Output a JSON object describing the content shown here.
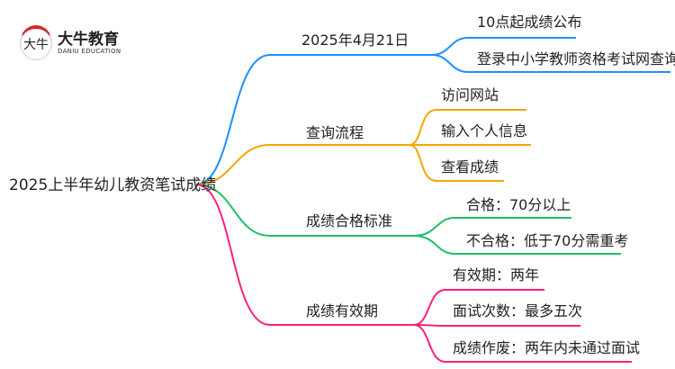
{
  "logo": {
    "cn": "大牛教育",
    "en": "DANIU EDUCATION",
    "mark": "大牛"
  },
  "root": "2025上半年幼儿教资笔试成绩",
  "colors": {
    "blue": "#1e8fff",
    "orange": "#f5a700",
    "green": "#1fbf6a",
    "pink": "#ff1f7c"
  },
  "branches": [
    {
      "label": "2025年4月21日",
      "children": [
        "10点起成绩公布",
        "登录中小学教师资格考试网查询"
      ]
    },
    {
      "label": "查询流程",
      "children": [
        "访问网站",
        "输入个人信息",
        "查看成绩"
      ]
    },
    {
      "label": "成绩合格标准",
      "children": [
        "合格：70分以上",
        "不合格：低于70分需重考"
      ]
    },
    {
      "label": "成绩有效期",
      "children": [
        "有效期：两年",
        "面试次数：最多五次",
        "成绩作废：两年内未通过面试"
      ]
    }
  ]
}
